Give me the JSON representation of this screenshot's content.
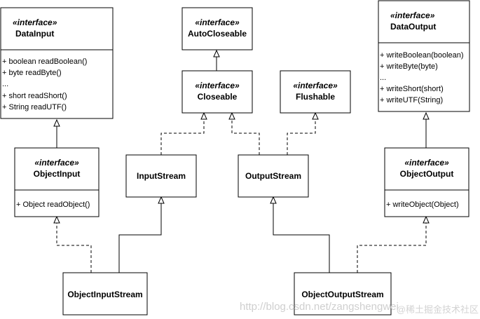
{
  "diagram": {
    "type": "uml-class",
    "classes": [
      {
        "id": "DataInput",
        "stereotype": "«interface»",
        "name": "DataInput",
        "members": [
          "+ boolean readBoolean()",
          "+ byte readByte()",
          "...",
          "+ short readShort()",
          "+ String readUTF()"
        ]
      },
      {
        "id": "AutoCloseable",
        "stereotype": "«interface»",
        "name": "AutoCloseable",
        "members": []
      },
      {
        "id": "DataOutput",
        "stereotype": "«interface»",
        "name": "DataOutput",
        "members": [
          "+ writeBoolean(boolean)",
          "+ writeByte(byte)",
          "...",
          "+ writeShort(short)",
          "+ writeUTF(String)"
        ]
      },
      {
        "id": "Closeable",
        "stereotype": "«interface»",
        "name": "Closeable",
        "members": []
      },
      {
        "id": "Flushable",
        "stereotype": "«interface»",
        "name": "Flushable",
        "members": []
      },
      {
        "id": "ObjectInput",
        "stereotype": "«interface»",
        "name": "ObjectInput",
        "members": [
          "+ Object readObject()"
        ]
      },
      {
        "id": "InputStream",
        "stereotype": "",
        "name": "InputStream",
        "members": []
      },
      {
        "id": "OutputStream",
        "stereotype": "",
        "name": "OutputStream",
        "members": []
      },
      {
        "id": "ObjectOutput",
        "stereotype": "«interface»",
        "name": "ObjectOutput",
        "members": [
          "+ writeObject(Object)"
        ]
      },
      {
        "id": "ObjectInputStream",
        "stereotype": "",
        "name": "ObjectInputStream",
        "members": []
      },
      {
        "id": "ObjectOutputStream",
        "stereotype": "",
        "name": "ObjectOutputStream",
        "members": []
      }
    ],
    "relations": [
      {
        "from": "Closeable",
        "to": "AutoCloseable",
        "kind": "generalization"
      },
      {
        "from": "ObjectInput",
        "to": "DataInput",
        "kind": "generalization"
      },
      {
        "from": "ObjectOutput",
        "to": "DataOutput",
        "kind": "generalization"
      },
      {
        "from": "InputStream",
        "to": "Closeable",
        "kind": "realization"
      },
      {
        "from": "OutputStream",
        "to": "Closeable",
        "kind": "realization"
      },
      {
        "from": "OutputStream",
        "to": "Flushable",
        "kind": "realization"
      },
      {
        "from": "ObjectInputStream",
        "to": "InputStream",
        "kind": "generalization"
      },
      {
        "from": "ObjectInputStream",
        "to": "ObjectInput",
        "kind": "realization"
      },
      {
        "from": "ObjectOutputStream",
        "to": "OutputStream",
        "kind": "generalization"
      },
      {
        "from": "ObjectOutputStream",
        "to": "ObjectOutput",
        "kind": "realization"
      }
    ]
  },
  "watermark": {
    "url": "http://blog.csdn.net/zangshengwei",
    "badge": "@稀土掘金技术社区"
  }
}
